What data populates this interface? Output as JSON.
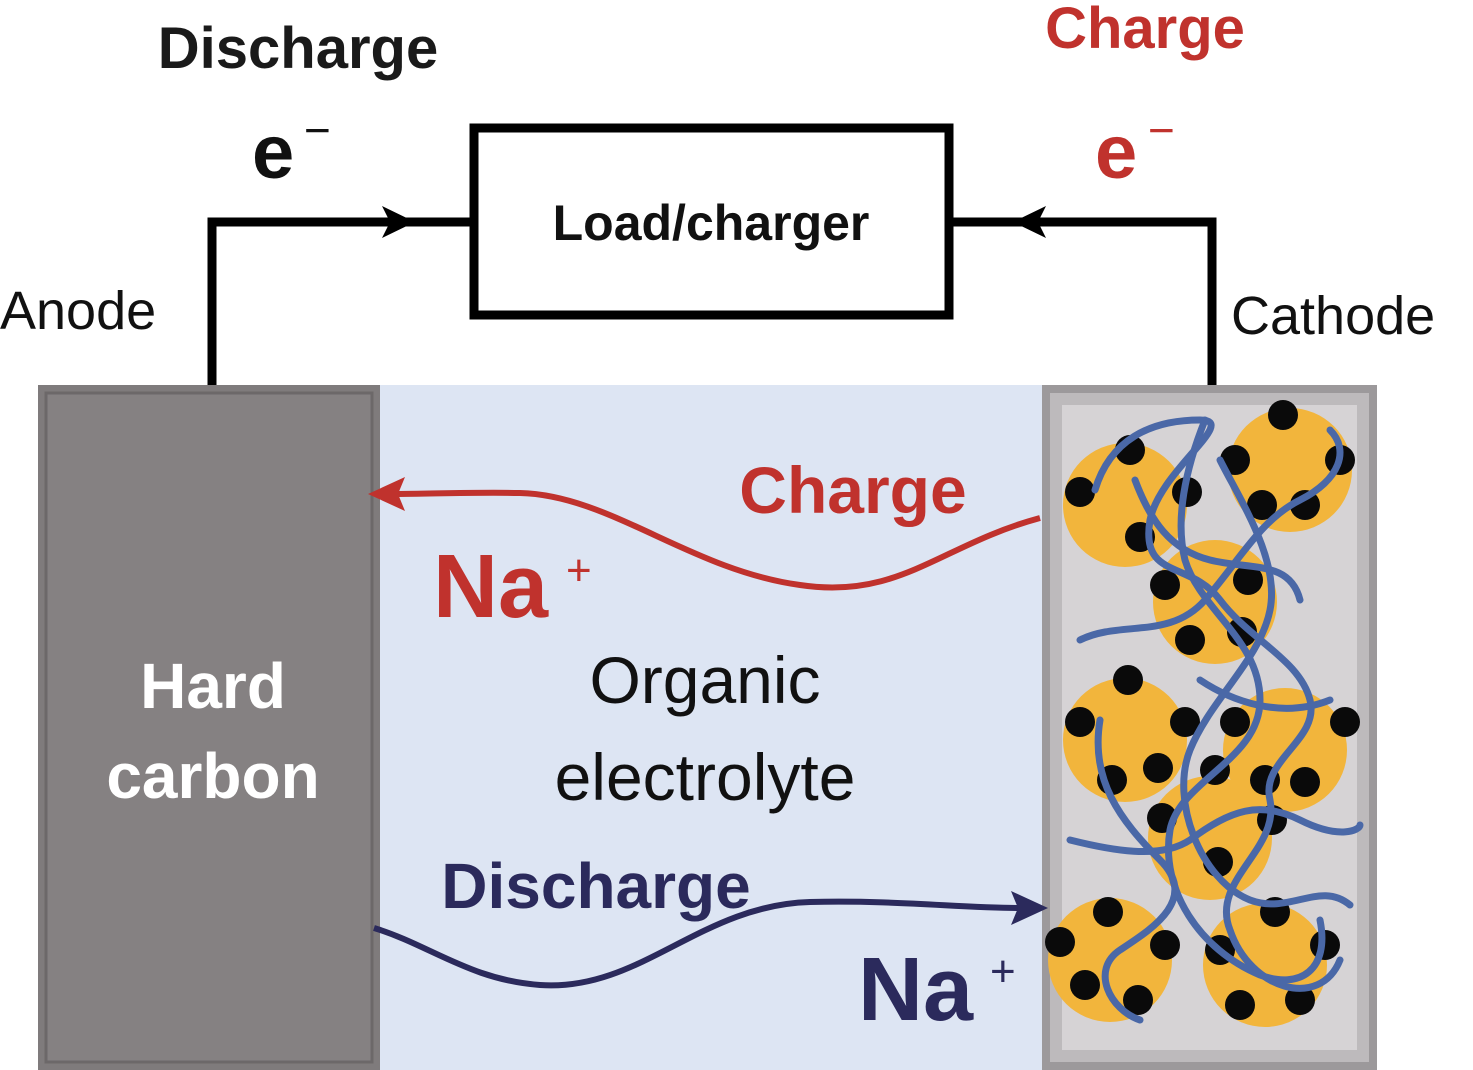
{
  "top": {
    "discharge_label": "Discharge",
    "charge_label": "Charge",
    "electron_left": "e",
    "electron_right": "e",
    "electron_superscript": "−",
    "load_label": "Load/charger",
    "anode_label": "Anode",
    "cathode_label": "Cathode"
  },
  "cell": {
    "anode_material_line1": "Hard",
    "anode_material_line2": "carbon",
    "electrolyte_line1": "Organic",
    "electrolyte_line2": "electrolyte",
    "charge_arrow_label": "Charge",
    "discharge_arrow_label": "Discharge",
    "ion_base": "Na",
    "ion_superscript": "+"
  },
  "colors": {
    "charge": "#c0322d",
    "discharge": "#2b2a5c",
    "anode_fill": "#807c7d",
    "electrolyte_fill": "#dde5f3",
    "cathode_frame": "#a9a6a8",
    "particle": "#f2b53c",
    "binder": "#4a68a7",
    "dot": "#0a0a0a"
  }
}
